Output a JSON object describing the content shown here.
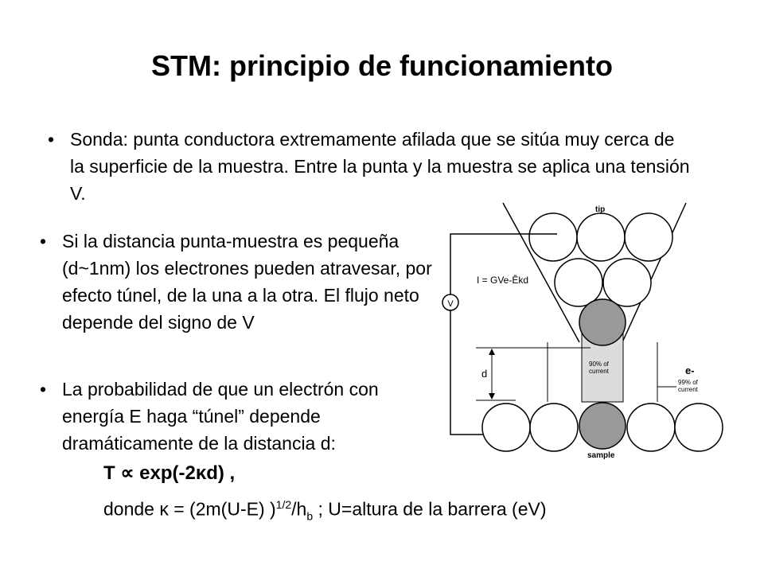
{
  "slide": {
    "title": "STM: principio de funcionamiento",
    "bullet_char": "•",
    "bullets": [
      {
        "text": "Sonda: punta conductora extremamente afilada que se sitúa muy cerca de la superficie de la muestra. Entre la punta y la muestra se aplica una tensión V."
      },
      {
        "text": "Si la distancia punta-muestra es pequeña (d~1nm) los electrones pueden atravesar, por efecto túnel, de la una a la otra. El flujo neto depende del signo de V"
      },
      {
        "text": "La probabilidad de que un electrón con energía E haga “túnel” depende dramáticamente de la distancia d:"
      }
    ],
    "formula_main": "T ∝ exp(-2κd) ,",
    "formula_def": {
      "prefix": "donde  κ = (2m(U-E) )",
      "sup": "1/2",
      "mid": "/h",
      "sub": "b",
      "suffix": " ; U=altura de la barrera (eV)"
    }
  },
  "diagram": {
    "tip_label": "tip",
    "sample_label": "sample",
    "equation_label": "I = GVe-Êkd",
    "voltage_label": "V",
    "distance_label": "d",
    "current_90_line1": "90% of",
    "current_90_line2": "current",
    "electron_label": "e-",
    "current_99_line1": "99% of",
    "current_99_line2": "current"
  }
}
